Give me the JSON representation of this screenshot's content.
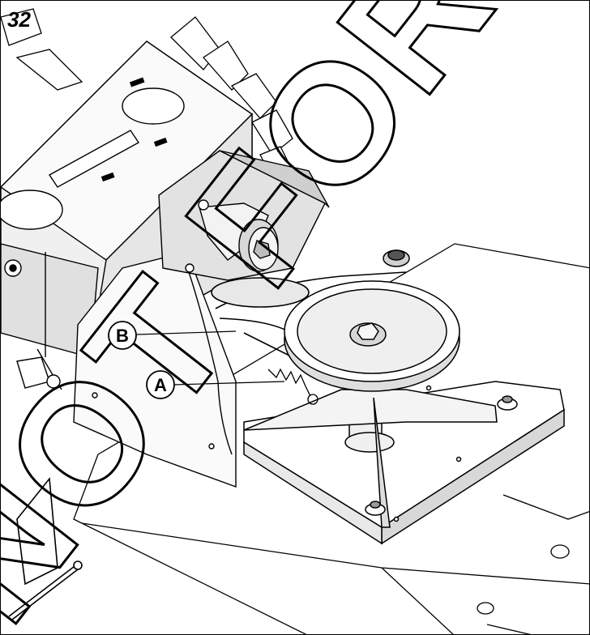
{
  "figure": {
    "number": "32"
  },
  "callouts": [
    {
      "id": "B",
      "label": "B"
    },
    {
      "id": "A",
      "label": "A"
    }
  ],
  "watermark": {
    "text": "NOT FOR REPRODUCTION",
    "color": "#000000"
  },
  "colors": {
    "line": "#000000",
    "shade_light": "#ececec",
    "shade_mid": "#dcdcdc",
    "shade_dark": "#bdbdbd"
  }
}
